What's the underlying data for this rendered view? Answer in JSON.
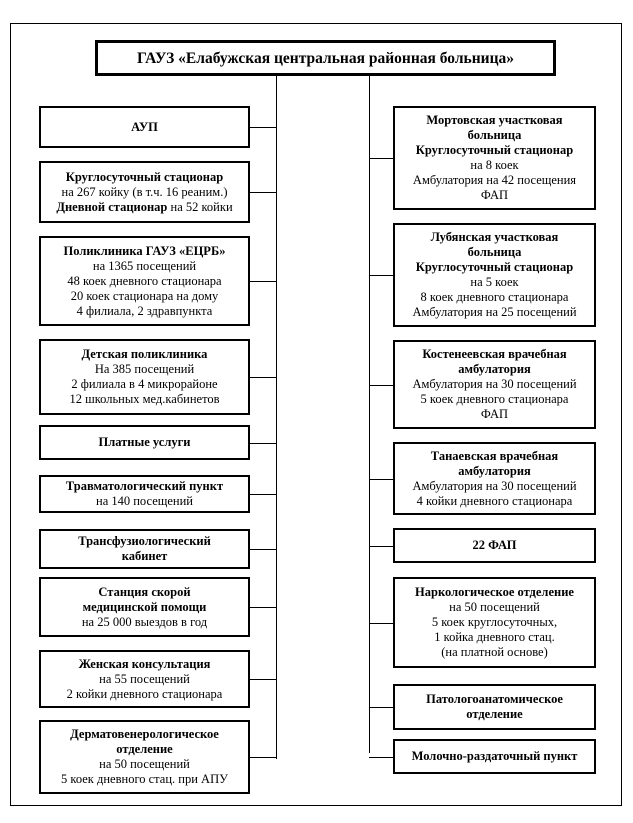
{
  "title": "ГАУЗ «Елабужская центральная районная больница»",
  "left": [
    {
      "id": "aup",
      "lines": [
        {
          "t": "АУП",
          "b": true
        }
      ]
    },
    {
      "id": "stacionar",
      "lines": [
        {
          "t": "Круглосуточный стационар",
          "b": true
        },
        {
          "t": "на 267 койку (в т.ч. 16 реаним.)",
          "b": false
        },
        {
          "segs": [
            {
              "t": "Дневной стационар",
              "b": true
            },
            {
              "t": " на 52 койки",
              "b": false
            }
          ]
        }
      ]
    },
    {
      "id": "poliklinika",
      "lines": [
        {
          "t": "Поликлиника ГАУЗ «ЕЦРБ»",
          "b": true
        },
        {
          "t": "на 1365 посещений",
          "b": false
        },
        {
          "t": "48 коек дневного стационара",
          "b": false
        },
        {
          "t": "20 коек стационара на дому",
          "b": false
        },
        {
          "t": "4 филиала,  2 здравпункта",
          "b": false
        }
      ]
    },
    {
      "id": "detskaya",
      "lines": [
        {
          "t": "Детская поликлиника",
          "b": true
        },
        {
          "t": "На 385 посещений",
          "b": false
        },
        {
          "t": "2 филиала в 4 микрорайоне",
          "b": false
        },
        {
          "t": "12 школьных мед.кабинетов",
          "b": false
        }
      ]
    },
    {
      "id": "platnye",
      "lines": [
        {
          "t": "Платные услуги",
          "b": true
        }
      ]
    },
    {
      "id": "travma",
      "lines": [
        {
          "t": "Травматологический пункт",
          "b": true
        },
        {
          "t": "на 140 посещений",
          "b": false
        }
      ]
    },
    {
      "id": "transfuz",
      "lines": [
        {
          "t": "Трансфузиологический",
          "b": true
        },
        {
          "t": "кабинет",
          "b": true
        }
      ]
    },
    {
      "id": "skoraya",
      "lines": [
        {
          "t": "Станция скорой",
          "b": true
        },
        {
          "t": "медицинской помощи",
          "b": true
        },
        {
          "t": "на 25 000 выездов в год",
          "b": false
        }
      ]
    },
    {
      "id": "zhenskaya",
      "lines": [
        {
          "t": "Женская консультация",
          "b": true
        },
        {
          "t": "на 55 посещений",
          "b": false
        },
        {
          "t": "2 койки дневного стационара",
          "b": false
        }
      ]
    },
    {
      "id": "dermato",
      "lines": [
        {
          "t": "Дерматовенерологическое",
          "b": true
        },
        {
          "t": "отделение",
          "b": true
        },
        {
          "t": "на 50 посещений",
          "b": false
        },
        {
          "t": "5 коек дневного стац. при АПУ",
          "b": false
        }
      ]
    }
  ],
  "right": [
    {
      "id": "mortovskaya",
      "lines": [
        {
          "t": "Мортовская участковая",
          "b": true
        },
        {
          "t": "больница",
          "b": true
        },
        {
          "t": "Круглосуточный стационар",
          "b": true
        },
        {
          "t": "на 8 коек",
          "b": false
        },
        {
          "t": "Амбулатория на 42 посещения",
          "b": false
        },
        {
          "t": "ФАП",
          "b": false
        }
      ]
    },
    {
      "id": "lubyanskaya",
      "lines": [
        {
          "t": "Лубянская участковая",
          "b": true
        },
        {
          "t": "больница",
          "b": true
        },
        {
          "t": "Круглосуточный стационар",
          "b": true
        },
        {
          "t": "на 5 коек",
          "b": false
        },
        {
          "t": "8 коек дневного стационара",
          "b": false
        },
        {
          "t": "Амбулатория на 25 посещений",
          "b": false
        }
      ]
    },
    {
      "id": "kosteneevskaya",
      "lines": [
        {
          "t": "Костенеевская врачебная",
          "b": true
        },
        {
          "t": "амбулатория",
          "b": true
        },
        {
          "t": "Амбулатория на 30 посещений",
          "b": false
        },
        {
          "t": "5 коек дневного стационара",
          "b": false
        },
        {
          "t": "ФАП",
          "b": false
        }
      ]
    },
    {
      "id": "tanaevskaya",
      "lines": [
        {
          "t": "Танаевская врачебная",
          "b": true
        },
        {
          "t": "амбулатория",
          "b": true
        },
        {
          "t": "Амбулатория на 30 посещений",
          "b": false
        },
        {
          "t": "4 койки дневного стационара",
          "b": false
        }
      ]
    },
    {
      "id": "fap22",
      "lines": [
        {
          "t": "22 ФАП",
          "b": true
        }
      ]
    },
    {
      "id": "narko",
      "lines": [
        {
          "t": "Наркологическое отделение",
          "b": true
        },
        {
          "t": "на 50 посещений",
          "b": false
        },
        {
          "t": "5 коек круглосуточных,",
          "b": false
        },
        {
          "t": "1 койка дневного стац.",
          "b": false
        },
        {
          "t": "(на платной основе)",
          "b": false
        }
      ]
    },
    {
      "id": "patolog",
      "lines": [
        {
          "t": "Патологоанатомическое",
          "b": true
        },
        {
          "t": "отделение",
          "b": true
        }
      ]
    },
    {
      "id": "molochno",
      "lines": [
        {
          "t": "Молочно-раздаточный пункт",
          "b": true
        }
      ]
    }
  ]
}
